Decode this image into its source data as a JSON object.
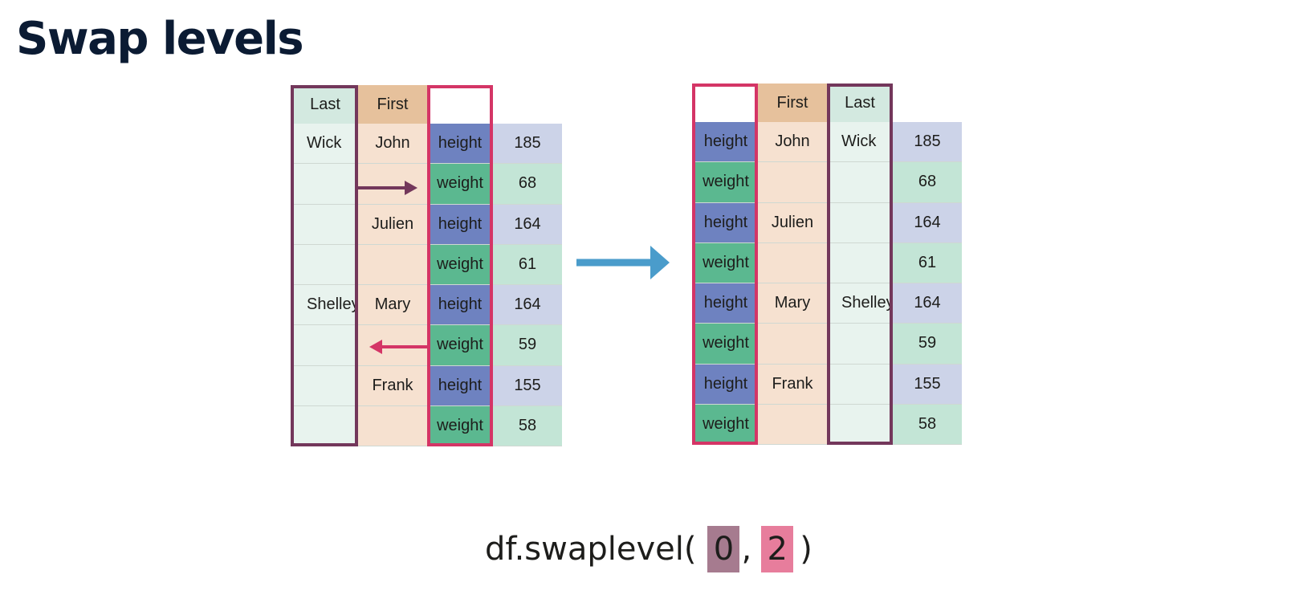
{
  "title": "Swap levels",
  "colors": {
    "title": "#0b1b33",
    "purple_outline": "#73375b",
    "pink_outline": "#d43566",
    "arrow_big": "#4a9ccb",
    "header_last": "#d3e9e0",
    "header_first": "#e6c19c",
    "last_body": "#e8f3ee",
    "first_body": "#f6e1d0",
    "height_cell": "#6e82c0",
    "weight_cell": "#5bb890",
    "height_value": "#ccd3e8",
    "weight_value": "#c3e5d6",
    "arg0_bg": "#a67b8f",
    "arg2_bg": "#e77d9c"
  },
  "left_table": {
    "headers": {
      "last": "Last",
      "first": "First",
      "level2": "",
      "value": ""
    },
    "last": [
      "Wick",
      "",
      "",
      "",
      "Shelley",
      "",
      "",
      ""
    ],
    "first": [
      "John",
      "",
      "Julien",
      "",
      "Mary",
      "",
      "Frank",
      ""
    ],
    "level2": [
      "height",
      "weight",
      "height",
      "weight",
      "height",
      "weight",
      "height",
      "weight"
    ],
    "values": [
      "185",
      "68",
      "164",
      "61",
      "164",
      "59",
      "155",
      "58"
    ]
  },
  "right_table": {
    "headers": {
      "level2": "",
      "first": "First",
      "last": "Last",
      "value": ""
    },
    "level2": [
      "height",
      "weight",
      "height",
      "weight",
      "height",
      "weight",
      "height",
      "weight"
    ],
    "first": [
      "John",
      "",
      "Julien",
      "",
      "Mary",
      "",
      "Frank",
      ""
    ],
    "last": [
      "Wick",
      "",
      "",
      "",
      "Shelley",
      "",
      "",
      ""
    ],
    "values": [
      "185",
      "68",
      "164",
      "61",
      "164",
      "59",
      "155",
      "58"
    ]
  },
  "code": {
    "prefix": "df.swaplevel(",
    "arg0": "0",
    "comma": ",",
    "arg2": "2",
    "suffix": ")"
  },
  "icons": {
    "small_arrow_right": "arrow-right-icon",
    "small_arrow_left": "arrow-left-icon",
    "big_arrow": "transform-arrow-icon"
  }
}
